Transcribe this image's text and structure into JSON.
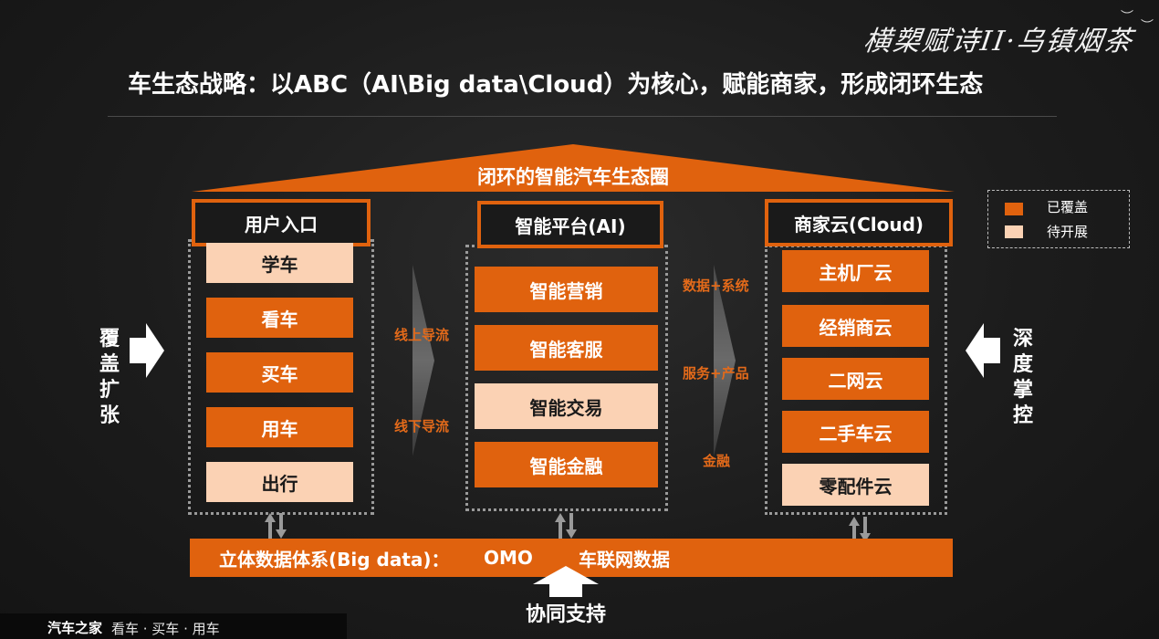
{
  "brand": {
    "logo_text": "横槊赋诗II·乌镇烟茶"
  },
  "title": "车生态战略：以ABC（AI\\Big data\\Cloud）为核心，赋能商家，形成闭环生态",
  "roof_label": "闭环的智能汽车生态圈",
  "legend": {
    "covered": "已覆盖",
    "pending": "待开展",
    "covered_color": "#e0620e",
    "pending_color": "#fbd2b4"
  },
  "left_side": [
    "覆",
    "盖",
    "扩",
    "张"
  ],
  "right_side": [
    "深",
    "度",
    "掌",
    "控"
  ],
  "columns": {
    "user": {
      "head": "用户入口",
      "items": [
        {
          "label": "学车",
          "status": "pending"
        },
        {
          "label": "看车",
          "status": "covered"
        },
        {
          "label": "买车",
          "status": "covered"
        },
        {
          "label": "用车",
          "status": "covered"
        },
        {
          "label": "出行",
          "status": "pending"
        }
      ]
    },
    "ai": {
      "head": "智能平台(AI)",
      "items": [
        {
          "label": "智能营销",
          "status": "covered"
        },
        {
          "label": "智能客服",
          "status": "covered"
        },
        {
          "label": "智能交易",
          "status": "pending"
        },
        {
          "label": "智能金融",
          "status": "covered"
        }
      ]
    },
    "cloud": {
      "head": "商家云(Cloud)",
      "items": [
        {
          "label": "主机厂云",
          "status": "covered"
        },
        {
          "label": "经销商云",
          "status": "covered"
        },
        {
          "label": "二网云",
          "status": "covered"
        },
        {
          "label": "二手车云",
          "status": "covered"
        },
        {
          "label": "零配件云",
          "status": "pending"
        }
      ]
    }
  },
  "flow_left": {
    "upper": "线上导流",
    "lower": "线下导流"
  },
  "flow_right": {
    "upper": "数据+系统",
    "middle": "服务+产品",
    "lower": "金融"
  },
  "bottom_bar": {
    "label": "立体数据体系(Big data)：",
    "omo": "OMO",
    "iov": "车联网数据"
  },
  "support": "协同支持",
  "footer": {
    "brand": "汽车之家",
    "tagline": "看车 · 买车 · 用车"
  }
}
